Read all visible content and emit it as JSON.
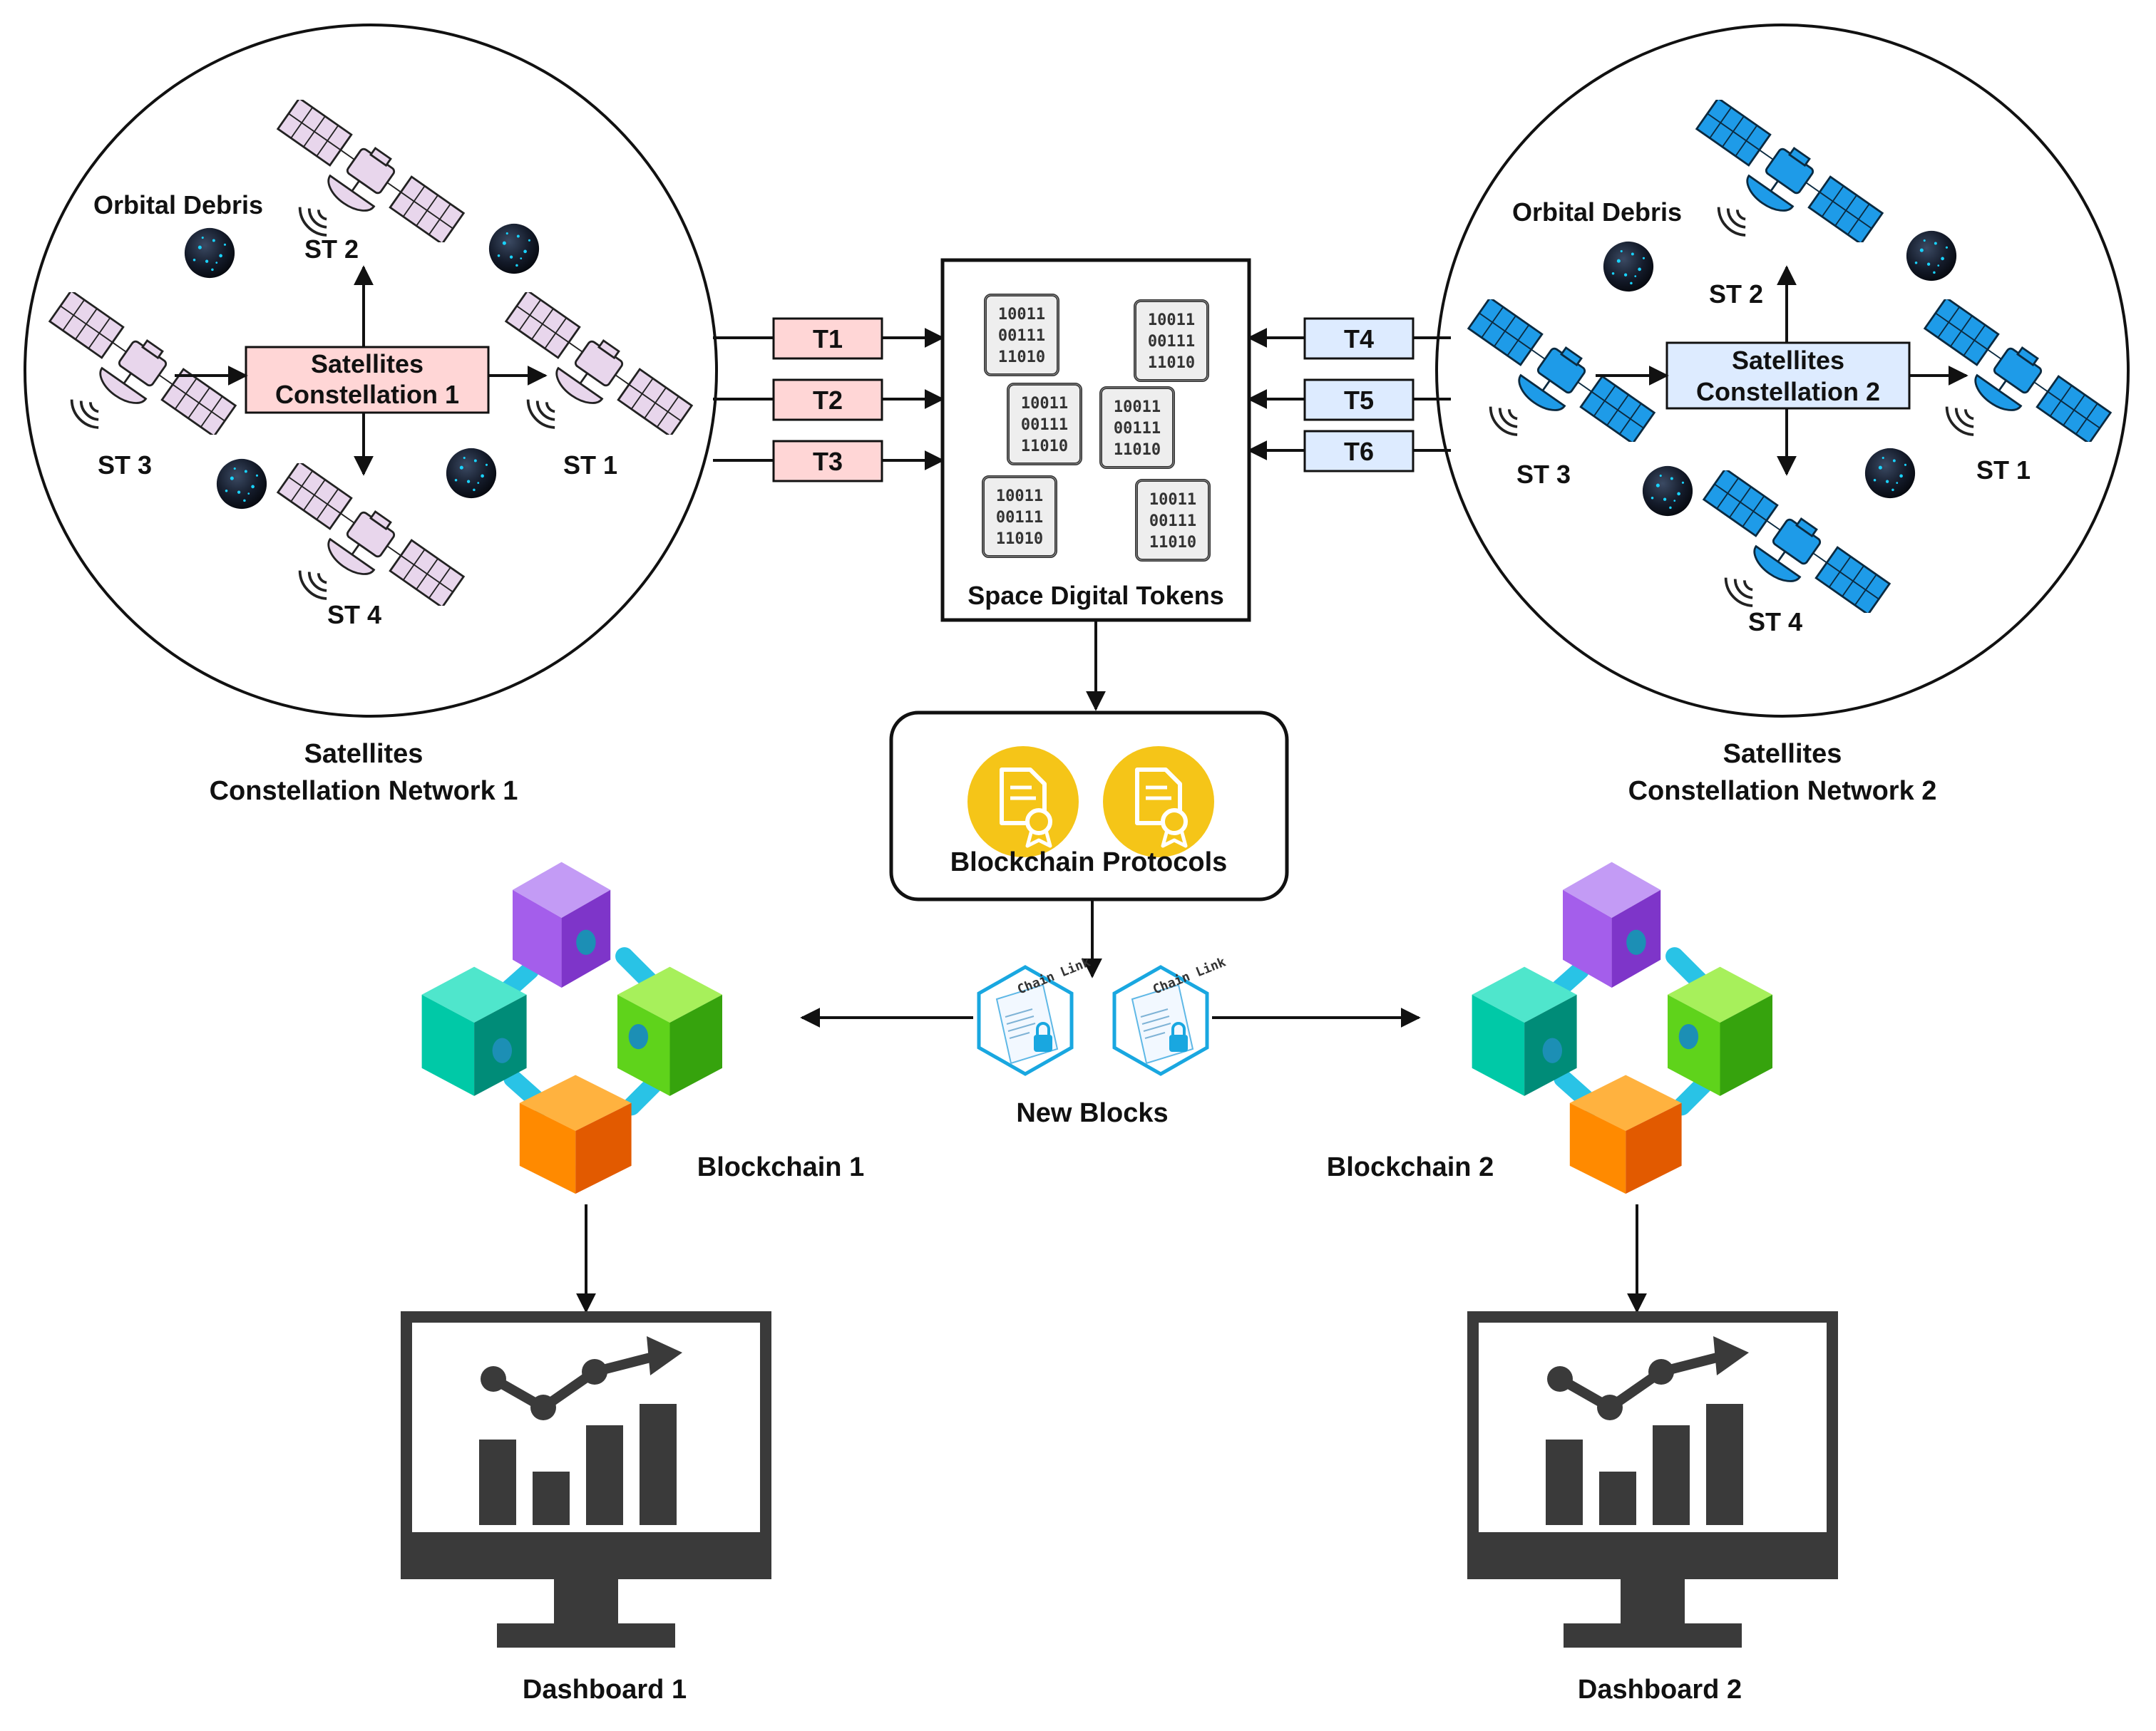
{
  "colors": {
    "pink_fill": "#FFD6D6",
    "blue_fill": "#DDEBFF",
    "pink_satellite": "#E8D6EC",
    "blue_satellite": "#1E9BE8",
    "cert_yellow": "#F5C518",
    "purple": "#A45EEB",
    "teal": "#00C9A7",
    "green": "#5FD31B",
    "orange": "#FF8A00",
    "connector": "#29C3E6",
    "monitor": "#3A3A3A"
  },
  "network1": {
    "debris_label": "Orbital Debris",
    "hub_line1": "Satellites",
    "hub_line2": "Constellation 1",
    "st1": "ST 1",
    "st2": "ST 2",
    "st3": "ST 3",
    "st4": "ST 4",
    "caption_line1": "Satellites",
    "caption_line2": "Constellation Network 1",
    "satellite_icon": "satellite-icon",
    "debris_icon": "debris-icon"
  },
  "network2": {
    "debris_label": "Orbital Debris",
    "hub_line1": "Satellites",
    "hub_line2": "Constellation 2",
    "st1": "ST 1",
    "st2": "ST 2",
    "st3": "ST 3",
    "st4": "ST 4",
    "caption_line1": "Satellites",
    "caption_line2": "Constellation Network 2",
    "satellite_icon": "satellite-icon",
    "debris_icon": "debris-icon"
  },
  "tokens_left": [
    "T1",
    "T2",
    "T3"
  ],
  "tokens_right": [
    "T4",
    "T5",
    "T6"
  ],
  "token_box": {
    "label": "Space Digital Tokens",
    "binary_lines": [
      "10011",
      "00111",
      "11010"
    ],
    "icon": "binary-document-icon"
  },
  "protocols": {
    "label": "Blockchain Protocols",
    "icon": "certificate-icon"
  },
  "new_blocks": {
    "label": "New Blocks",
    "chip_text": "Chain Link",
    "icon": "chain-link-block-icon"
  },
  "blockchain1": {
    "label": "Blockchain 1",
    "icon": "blockchain-cubes-icon"
  },
  "blockchain2": {
    "label": "Blockchain 2",
    "icon": "blockchain-cubes-icon"
  },
  "dashboard1": {
    "label": "Dashboard 1",
    "icon": "monitor-chart-icon"
  },
  "dashboard2": {
    "label": "Dashboard 2",
    "icon": "monitor-chart-icon"
  }
}
